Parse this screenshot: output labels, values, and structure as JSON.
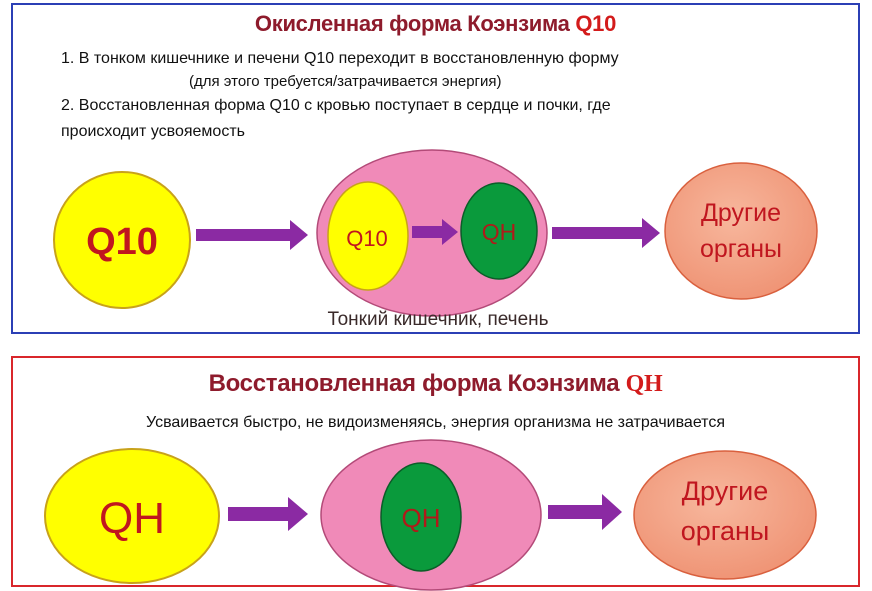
{
  "top_panel": {
    "title_prefix": "Окисленная форма Коэнзима ",
    "title_accent": "Q10",
    "line1": "1. В тонком кишечнике и печени Q10 переходит в восстановленную форму",
    "line1_note": "(для этого требуется/затрачивается энергия)",
    "line2": "2. Восстановленная форма Q10 с кровью поступает в сердце и почки, где",
    "line2_cont": "происходит усвояемость",
    "nodes": {
      "source": "Q10",
      "inner_oxidized": "Q10",
      "inner_reduced": "QH",
      "target_line1": "Другие",
      "target_line2": "органы"
    },
    "organ_caption": "Тонкий кишечник, печень"
  },
  "bottom_panel": {
    "title_prefix": "Восстановленная форма Коэнзима ",
    "title_accent": "QH",
    "subtitle": "Усваивается быстро, не видоизменяясь, энергия организма не затрачивается",
    "nodes": {
      "source": "QH",
      "inner": "QH",
      "target_line1": "Другие",
      "target_line2": "органы"
    }
  },
  "colors": {
    "top_border": "#2b3fb5",
    "bottom_border": "#d9262b",
    "title": "#8e1b2c",
    "accent": "#d31b1b",
    "yellow_node": "#ffff00",
    "green_node": "#0a9a3c",
    "pink_organ": "#f08ab8",
    "salmon_node": "#f4a183",
    "arrow": "#8b2aa3"
  }
}
